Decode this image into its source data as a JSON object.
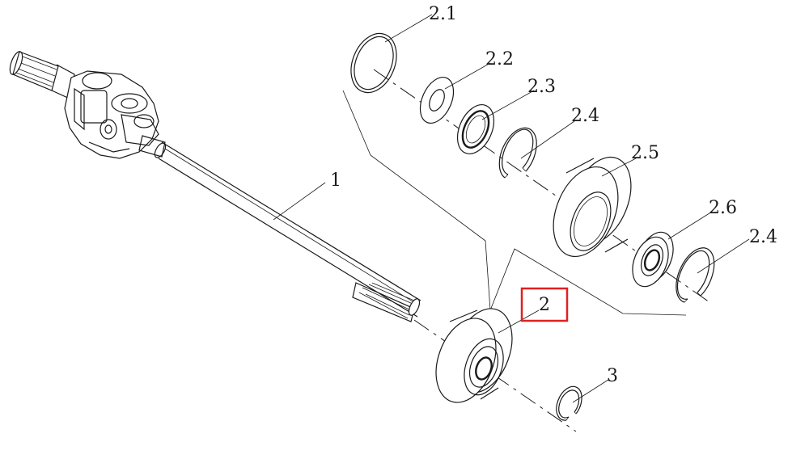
{
  "diagram": {
    "labels": {
      "shaft": "1",
      "assembly": "2",
      "seal_ring": "2.1",
      "washer": "2.2",
      "oil_seal": "2.3",
      "circlip_top": "2.4",
      "housing": "2.5",
      "bearing": "2.6",
      "circlip_bottom": "2.4",
      "snap_ring": "3"
    },
    "highlight_color": "#e02020",
    "line_color": "#1a1a1a"
  }
}
